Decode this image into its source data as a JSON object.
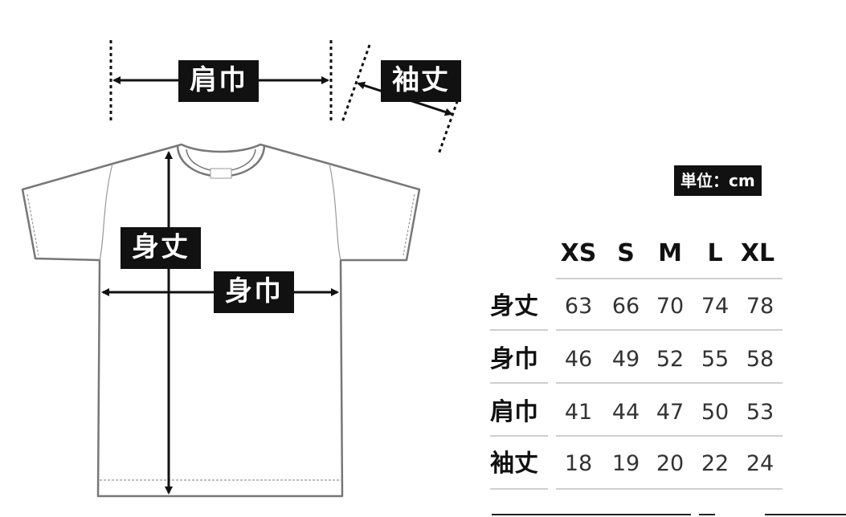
{
  "labels": {
    "shoulder": "肩巾",
    "sleeve": "袖丈",
    "length": "身丈",
    "width": "身巾"
  },
  "unit": "単位：cm",
  "table": {
    "headers": [
      "XS",
      "S",
      "M",
      "L",
      "XL"
    ],
    "rows": [
      {
        "label": "身丈",
        "values": [
          "63",
          "66",
          "70",
          "74",
          "78"
        ]
      },
      {
        "label": "身巾",
        "values": [
          "46",
          "49",
          "52",
          "55",
          "58"
        ]
      },
      {
        "label": "肩巾",
        "values": [
          "41",
          "44",
          "47",
          "50",
          "53"
        ]
      },
      {
        "label": "袖丈",
        "values": [
          "18",
          "19",
          "20",
          "22",
          "24"
        ]
      }
    ]
  }
}
